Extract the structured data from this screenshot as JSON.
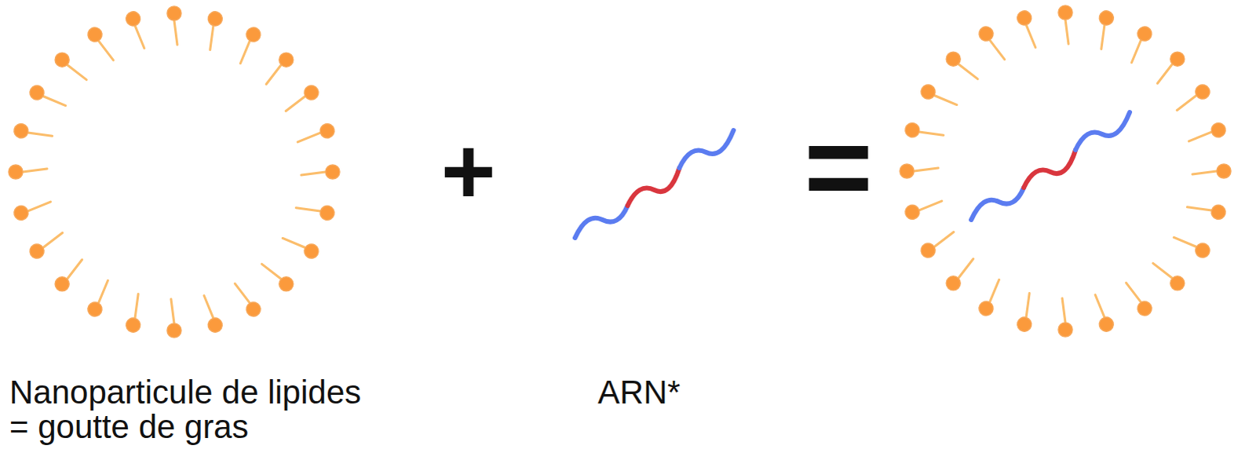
{
  "diagram": {
    "labels": [
      "Nanoparticule de lipides = goutte de gras",
      "+",
      "ARN*",
      "="
    ]
  }
}
